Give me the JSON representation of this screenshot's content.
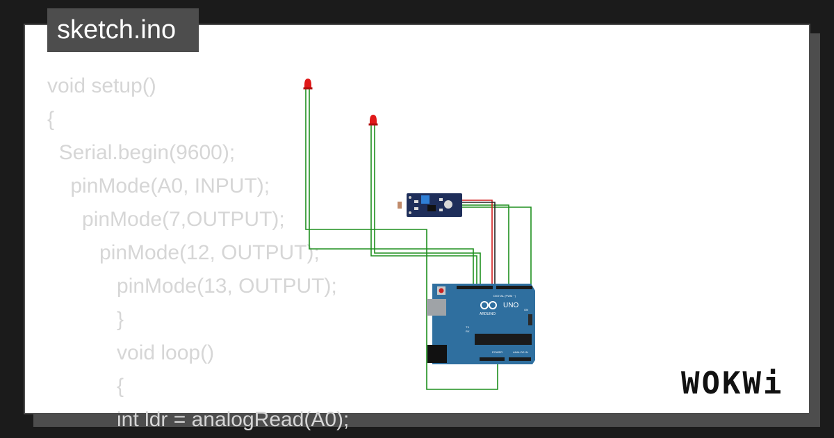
{
  "title": "sketch.ino",
  "code_lines": [
    "void setup()",
    "{",
    "  Serial.begin(9600);",
    "    pinMode(A0, INPUT);",
    "      pinMode(7,OUTPUT);",
    "         pinMode(12, OUTPUT);",
    "            pinMode(13, OUTPUT);",
    "            }",
    "            void loop()",
    "            {",
    "            int ldr = analogRead(A0);"
  ],
  "board": {
    "name": "UNO",
    "brand": "ARDUINO",
    "header_labels": [
      "DIGITAL (PWM ~)",
      "POWER",
      "ANALOG IN"
    ],
    "led_labels": [
      "TX",
      "RX",
      "ON"
    ]
  },
  "logo": "WOKWi",
  "colors": {
    "background": "#1b1b1b",
    "card": "#ffffff",
    "panel": "#4d4d4d",
    "code_text": "#d6d6d6",
    "wire_green": "#1e8f1e",
    "wire_red": "#d31d1d",
    "board_blue": "#2f6f9f",
    "sensor_blue": "#1e2e5a",
    "led_red": "#e01919"
  },
  "icons": [
    "arduino-infinity-icon",
    "led-icon",
    "ldr-sensor-icon"
  ]
}
